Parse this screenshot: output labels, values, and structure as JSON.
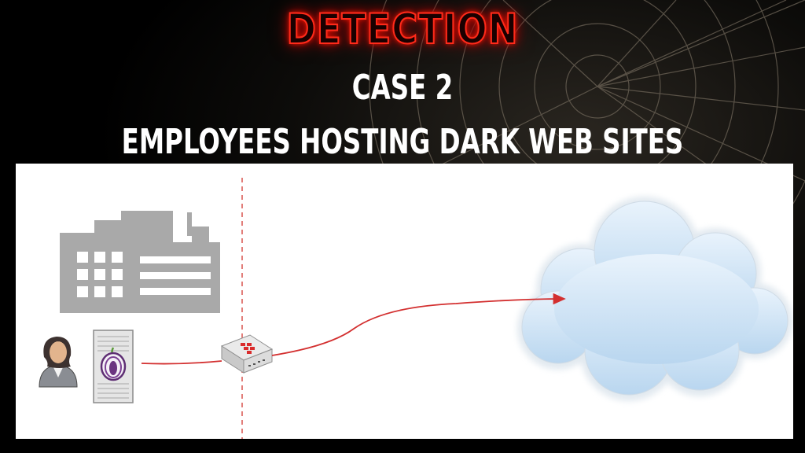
{
  "slide": {
    "title": "DETECTION",
    "case_label": "CASE 2",
    "subtitle": "EMPLOYEES HOSTING DARK WEB SITES"
  },
  "colors": {
    "background": "#000000",
    "title_glow": "#ff2a1a",
    "text": "#ffffff",
    "building": "#a9a9a9",
    "boundary_line": "#d9534f",
    "traffic_arrow": "#d32f2f",
    "cloud_fill": "#cfe3f5"
  },
  "icons": {
    "building": "building-icon",
    "employee": "employee-avatar-icon",
    "server": "tor-server-icon",
    "firewall": "firewall-appliance-icon",
    "cloud": "internet-cloud-icon"
  }
}
